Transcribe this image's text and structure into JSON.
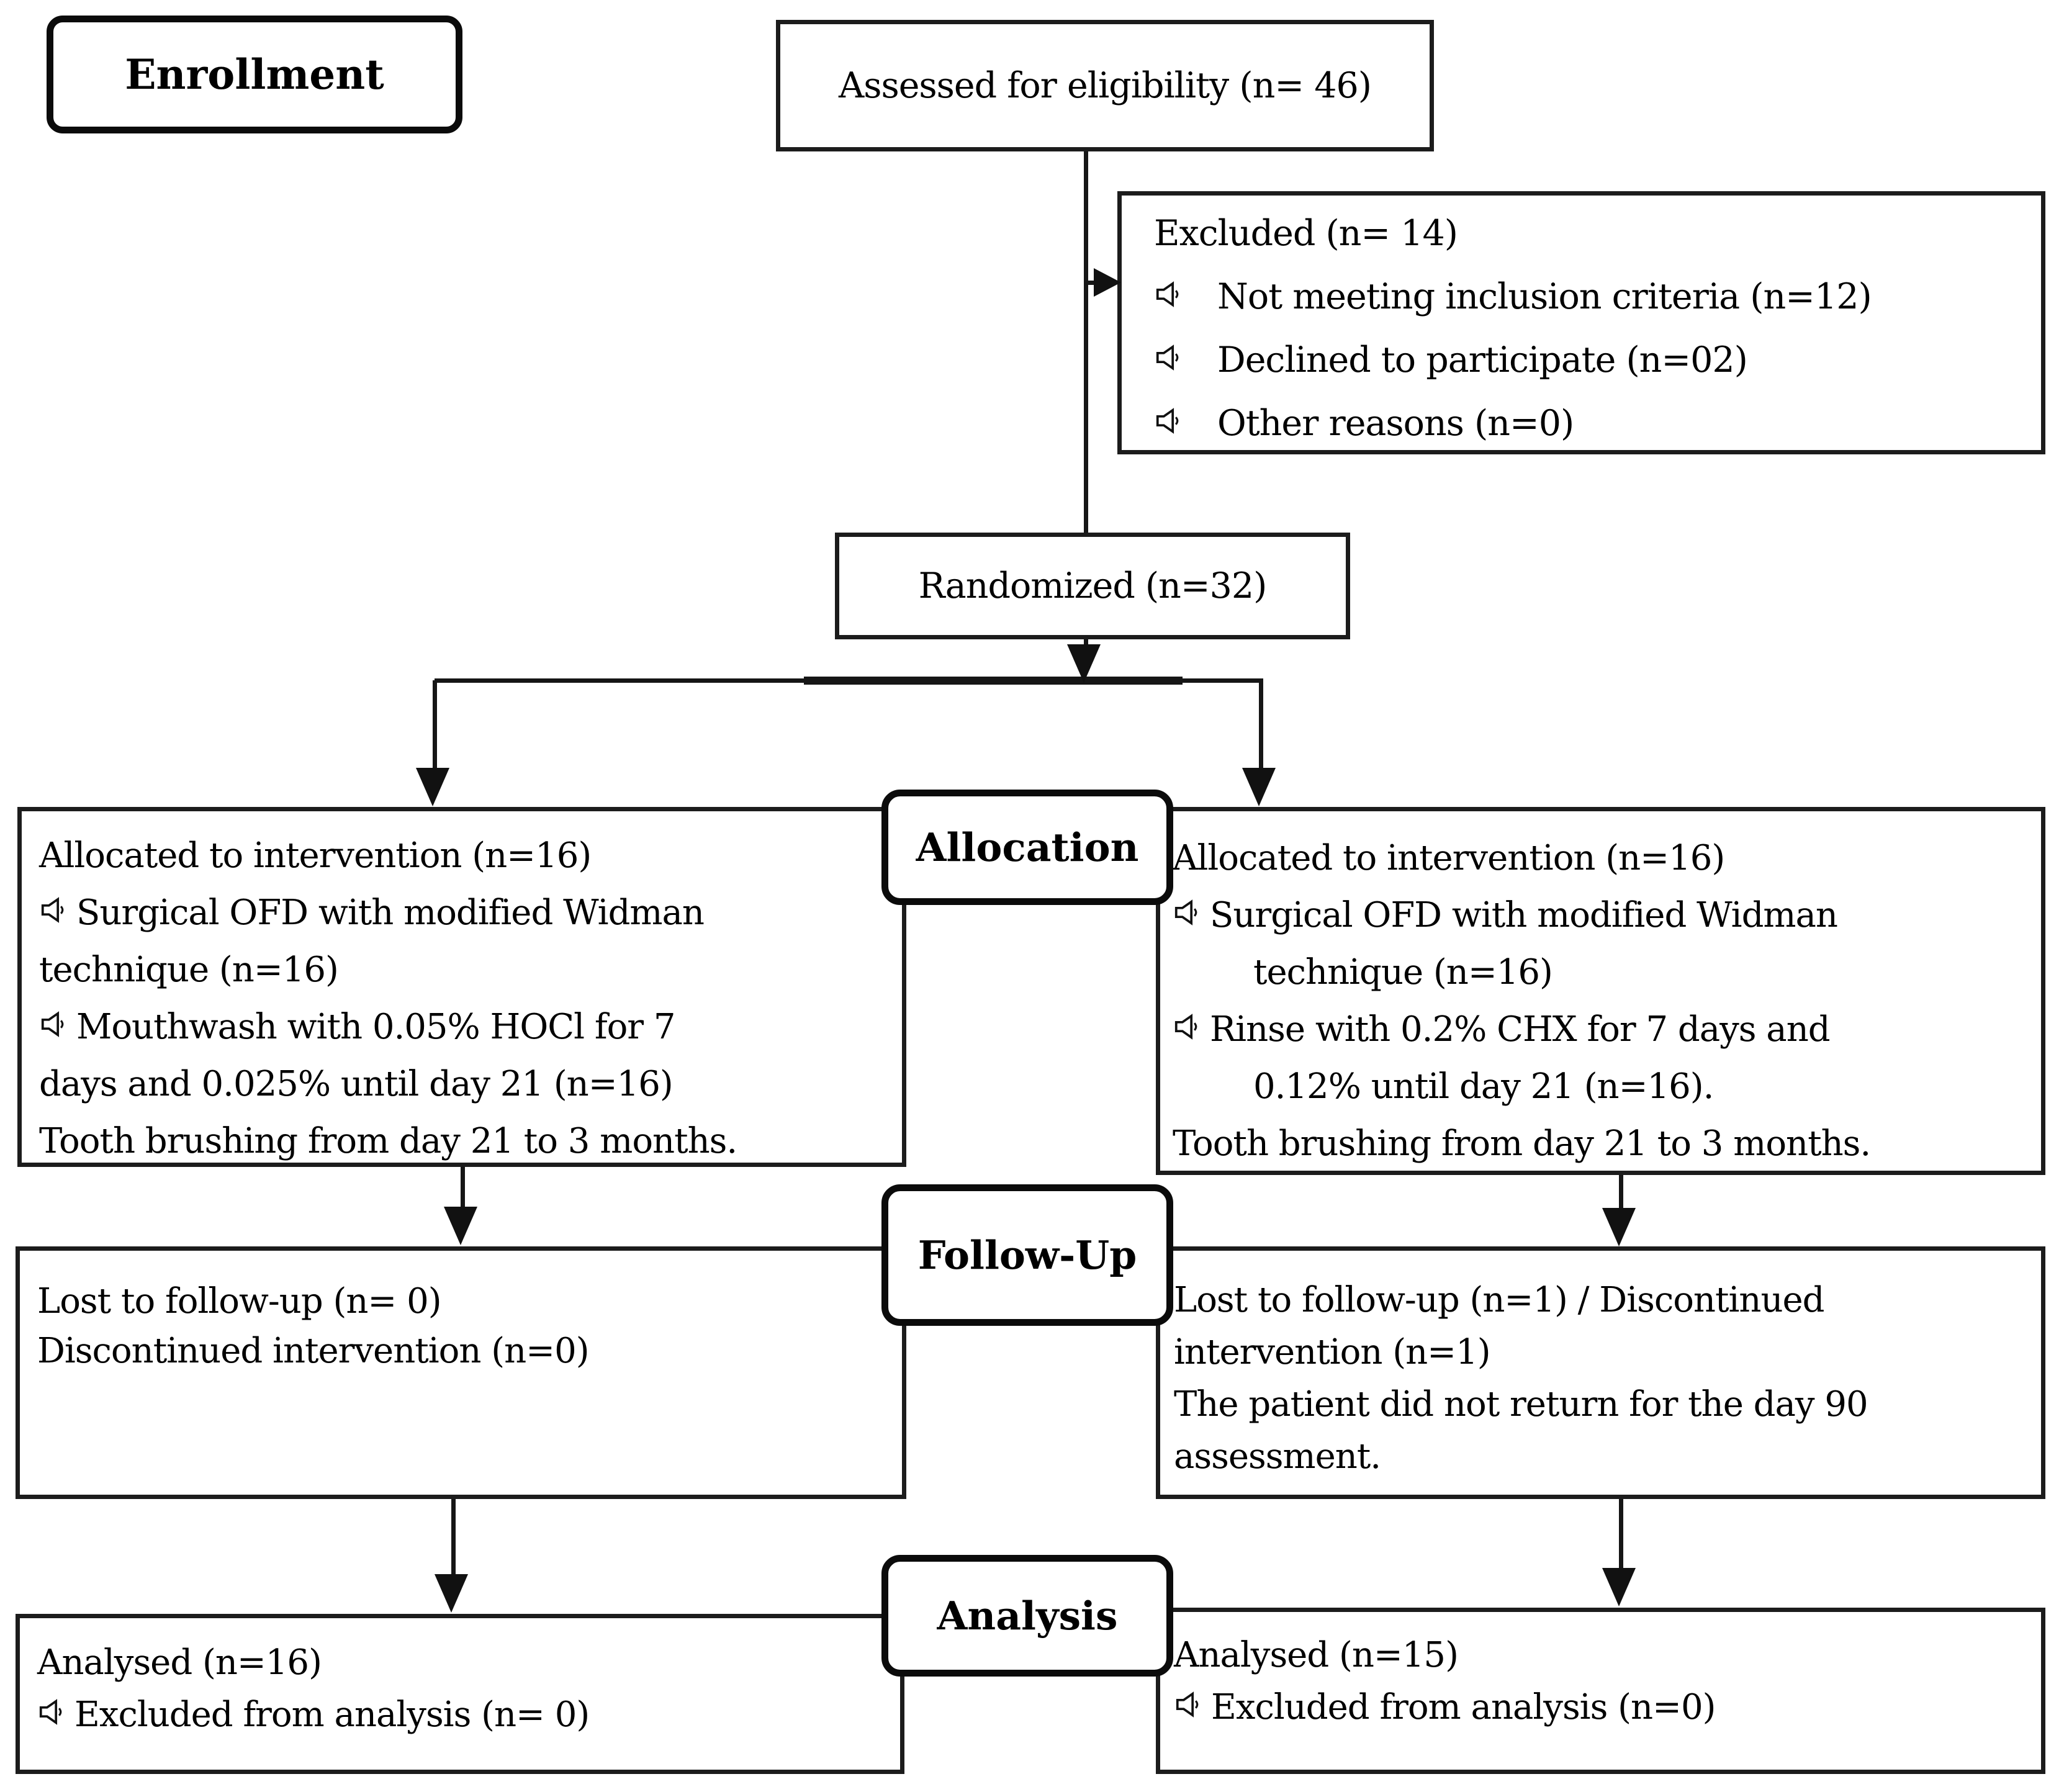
{
  "colors": {
    "ink": "#111111",
    "paper": "#ffffff"
  },
  "icons": {
    "bullet": "speaker-bullet-icon"
  },
  "stages": {
    "enrollment": "Enrollment",
    "allocation": "Allocation",
    "followup": "Follow-Up",
    "analysis": "Analysis"
  },
  "enrollment": {
    "assessed": "Assessed for eligibility (n= 46)",
    "excluded_title": "Excluded (n= 14)",
    "excluded_items": [
      "Not meeting inclusion criteria (n=12)",
      "Declined to participate (n=02)",
      "Other reasons (n=0)"
    ],
    "randomized": "Randomized (n=32)"
  },
  "allocation": {
    "left_lines": [
      "Allocated to intervention (n=16)",
      "Surgical OFD with modified Widman",
      "technique (n=16)",
      "Mouthwash with 0.05% HOCl for 7",
      "days and 0.025% until day 21 (n=16)",
      "Tooth brushing from day 21 to 3 months."
    ],
    "right_lines": [
      "Allocated to intervention (n=16)",
      "Surgical OFD with modified Widman",
      "technique (n=16)",
      "Rinse with 0.2% CHX for 7 days and",
      "0.12% until day 21 (n=16).",
      "Tooth brushing from day 21 to 3 months."
    ]
  },
  "followup": {
    "left_lines": [
      "Lost to follow-up (n= 0)",
      "Discontinued intervention (n=0)"
    ],
    "right_lines": [
      "Lost to follow-up (n=1) / Discontinued",
      "intervention (n=1)",
      "The patient did not return for the day 90",
      "assessment."
    ]
  },
  "analysis": {
    "left_title": "Analysed (n=16)",
    "left_items": [
      "Excluded from analysis (n= 0)"
    ],
    "right_title": "Analysed (n=15)",
    "right_items": [
      "Excluded from analysis (n=0)"
    ]
  }
}
